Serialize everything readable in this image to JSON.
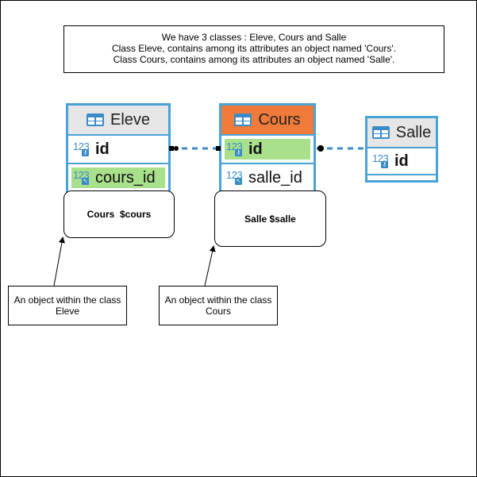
{
  "header_note": {
    "lines": [
      "We have 3 classes : Eleve, Cours and Salle",
      "Class Eleve, contains among its attributes an object named 'Cours'.",
      "Class Cours, contains among its attributes an object named 'Salle'."
    ]
  },
  "tables": {
    "eleve": {
      "name": "Eleve",
      "fields": [
        "id",
        "cours_id"
      ],
      "header_color": "#e6e6e6"
    },
    "cours": {
      "name": "Cours",
      "fields": [
        "id",
        "salle_id"
      ],
      "header_color": "#f07a3a"
    },
    "salle": {
      "name": "Salle",
      "fields": [
        "id"
      ],
      "header_color": "#e6e6e6"
    }
  },
  "type_badge": "123",
  "bubbles": {
    "cours_obj": "Cours  $cours",
    "salle_obj": "Salle $salle"
  },
  "captions": {
    "eleve_obj": [
      "An object within the class",
      "Eleve"
    ],
    "cours_obj": [
      "An object within the class",
      "Cours"
    ]
  },
  "colors": {
    "accent": "#4aa3d6",
    "highlight": "#a8e08c",
    "cours_header": "#f07a3a"
  }
}
